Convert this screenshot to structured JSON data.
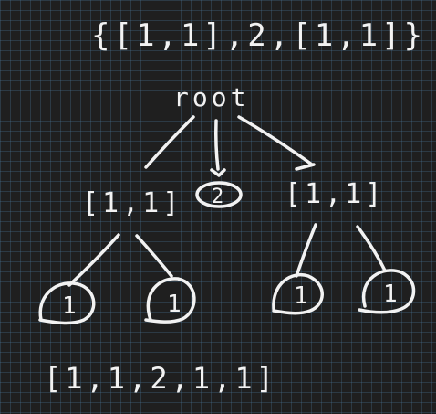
{
  "diagram": {
    "input_text": "{[1,1],2,[1,1]}",
    "root_label": "root",
    "nodes": {
      "left_list": "[1,1]",
      "middle_value": "2",
      "right_list": "[1,1]",
      "leaf_1": "1",
      "leaf_2": "1",
      "leaf_3": "1",
      "leaf_4": "1"
    },
    "output_text": "[1,1,2,1,1]",
    "colors": {
      "background": "#1f1f1f",
      "grid": "#466e8c",
      "ink": "#f2f2f2"
    }
  }
}
